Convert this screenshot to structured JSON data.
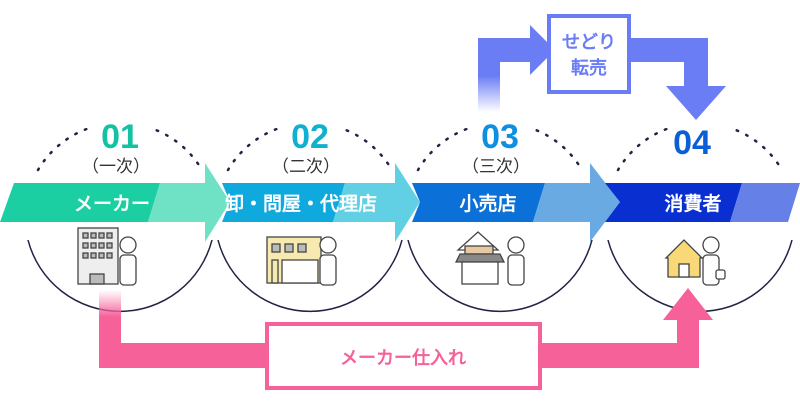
{
  "stages": [
    {
      "num": "01",
      "sub": "（一次）",
      "label": "メーカー",
      "color": "#1ccfa2",
      "light": "#6fe2c6",
      "num_color": "#14c2a3"
    },
    {
      "num": "02",
      "sub": "（二次）",
      "label": "卸・問屋・代理店",
      "color": "#10a9dd",
      "light": "#62d0e4",
      "num_color": "#10b0cf"
    },
    {
      "num": "03",
      "sub": "（三次）",
      "label": "小売店",
      "color": "#0b70d8",
      "light": "#6aaae2",
      "num_color": "#0e8fe0"
    },
    {
      "num": "04",
      "sub": "",
      "label": "消費者",
      "color": "#0a2fd0",
      "light": "#6580e6",
      "num_color": "#0b5fd6"
    }
  ],
  "resale": {
    "line1": "せどり",
    "line2": "転売",
    "color": "#6b7df5"
  },
  "maker_purchase": {
    "label": "メーカー仕入れ",
    "color": "#f6619a"
  }
}
